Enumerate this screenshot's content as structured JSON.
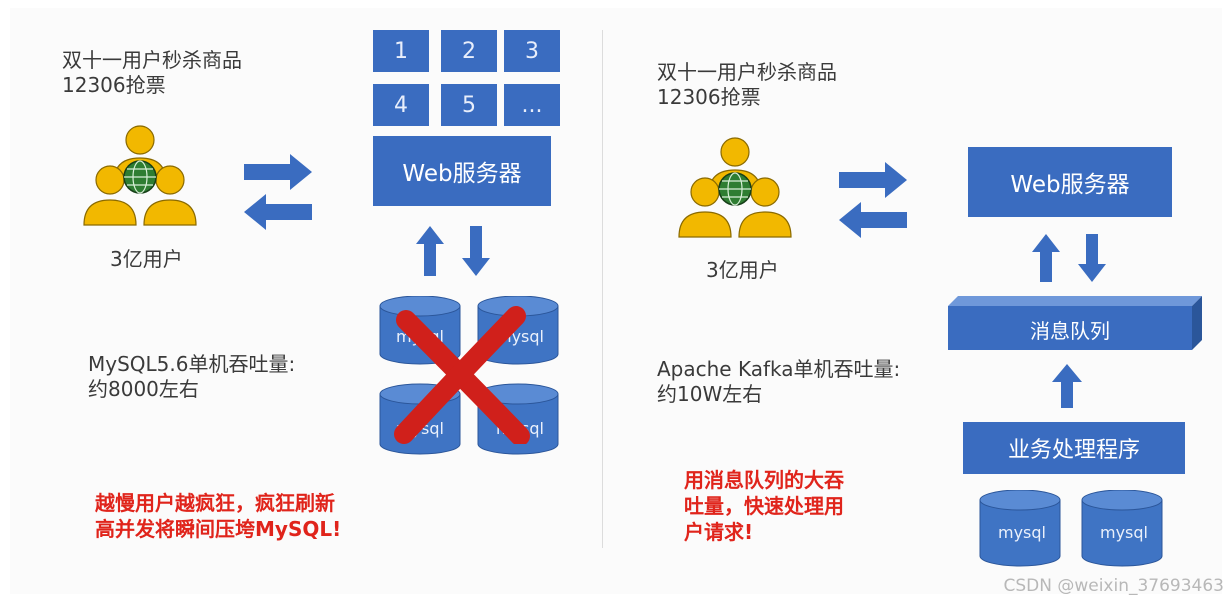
{
  "left": {
    "scenario_line1": "双十一用户秒杀商品",
    "scenario_line2": "12306抢票",
    "users_label": "3亿用户",
    "grid": [
      "1",
      "2",
      "3",
      "4",
      "5",
      "..."
    ],
    "web_server": "Web服务器",
    "db_labels": [
      "mysql",
      "mysql",
      "mysql",
      "mysql"
    ],
    "throughput_line1": "MySQL5.6单机吞吐量:",
    "throughput_line2": "约8000左右",
    "warning_line1": "越慢用户越疯狂，疯狂刷新",
    "warning_line2": "高并发将瞬间压垮MySQL!"
  },
  "right": {
    "scenario_line1": "双十一用户秒杀商品",
    "scenario_line2": "12306抢票",
    "users_label": "3亿用户",
    "web_server": "Web服务器",
    "queue": "消息队列",
    "processor": "业务处理程序",
    "db_labels": [
      "mysql",
      "mysql"
    ],
    "throughput_line1": "Apache Kafka单机吞吐量:",
    "throughput_line2": "约10W左右",
    "solution_line1": "用消息队列的大吞",
    "solution_line2": "吐量，快速处理用",
    "solution_line3": "户请求!"
  },
  "watermark": "CSDN @weixin_37693463",
  "colors": {
    "box_blue": "#3a6cc0",
    "db_blue": "#3f74c4",
    "arrow_blue": "#3a6cc0",
    "person_yellow": "#f2b800",
    "globe_green": "#2e7d32",
    "cross_red": "#d0201b",
    "warning_red": "#e0241b"
  },
  "icons": [
    "users-globe-icon",
    "bidirectional-arrows-icon",
    "database-icon",
    "red-cross-icon"
  ]
}
